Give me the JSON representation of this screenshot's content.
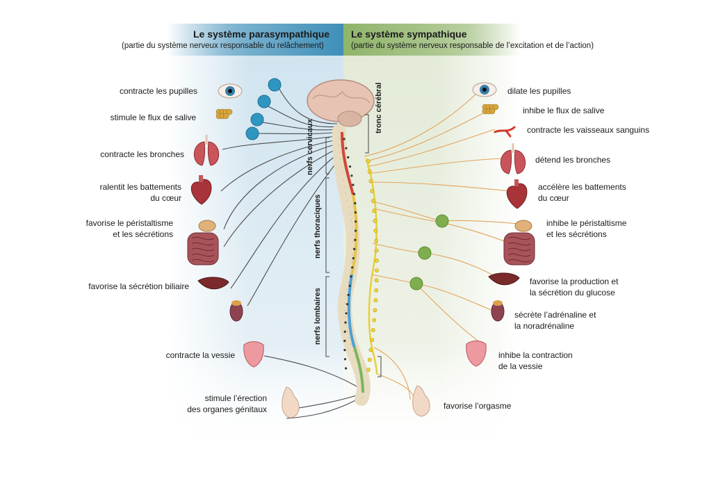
{
  "header": {
    "para_title": "Le système parasympathique",
    "para_subtitle": "(partie du système nerveux responsable du relâchement)",
    "symp_title": "Le système sympathique",
    "symp_subtitle": "(partie du système nerveux responsable de l’excitation et de l’action)"
  },
  "colors": {
    "para_band": "#3f8fb8",
    "symp_band": "#8fb46a",
    "para_nerve": "#4a4a4a",
    "symp_nerve": "#e3a35a",
    "ganglion_para": "#2f96c2",
    "ganglion_symp": "#7fae4e"
  },
  "spine_labels": {
    "brainstem": "tronc cérébral",
    "cervical": "nerfs cervicaux",
    "thoracic": "nerfs thoraciques",
    "lumbar": "nerfs lombaires"
  },
  "para_labels": [
    {
      "l1": "contracte les pupilles",
      "l2": ""
    },
    {
      "l1": "stimule le flux de salive",
      "l2": ""
    },
    {
      "l1": "contracte les bronches",
      "l2": ""
    },
    {
      "l1": "ralentit les battements",
      "l2": "du cœur"
    },
    {
      "l1": "favorise le péristaltisme",
      "l2": "et les sécrétions"
    },
    {
      "l1": "favorise la sécrétion biliaire",
      "l2": ""
    },
    {
      "l1": "contracte la vessie",
      "l2": ""
    },
    {
      "l1": "stimule l’érection",
      "l2": "des organes génitaux"
    }
  ],
  "symp_labels": [
    {
      "l1": "dilate les pupilles",
      "l2": ""
    },
    {
      "l1": "inhibe le flux de salive",
      "l2": ""
    },
    {
      "l1": "contracte les vaisseaux sanguins",
      "l2": ""
    },
    {
      "l1": "détend les bronches",
      "l2": ""
    },
    {
      "l1": "accélère les battements",
      "l2": "du cœur"
    },
    {
      "l1": "inhibe le péristaltisme",
      "l2": "et les sécrétions"
    },
    {
      "l1": "favorise la production et",
      "l2": "la sécrétion du glucose"
    },
    {
      "l1": "sécrète l’adrénaline et",
      "l2": "la noradrénaline"
    },
    {
      "l1": "inhibe la contraction",
      "l2": "de la vessie"
    },
    {
      "l1": "favorise l’orgasme",
      "l2": ""
    }
  ]
}
